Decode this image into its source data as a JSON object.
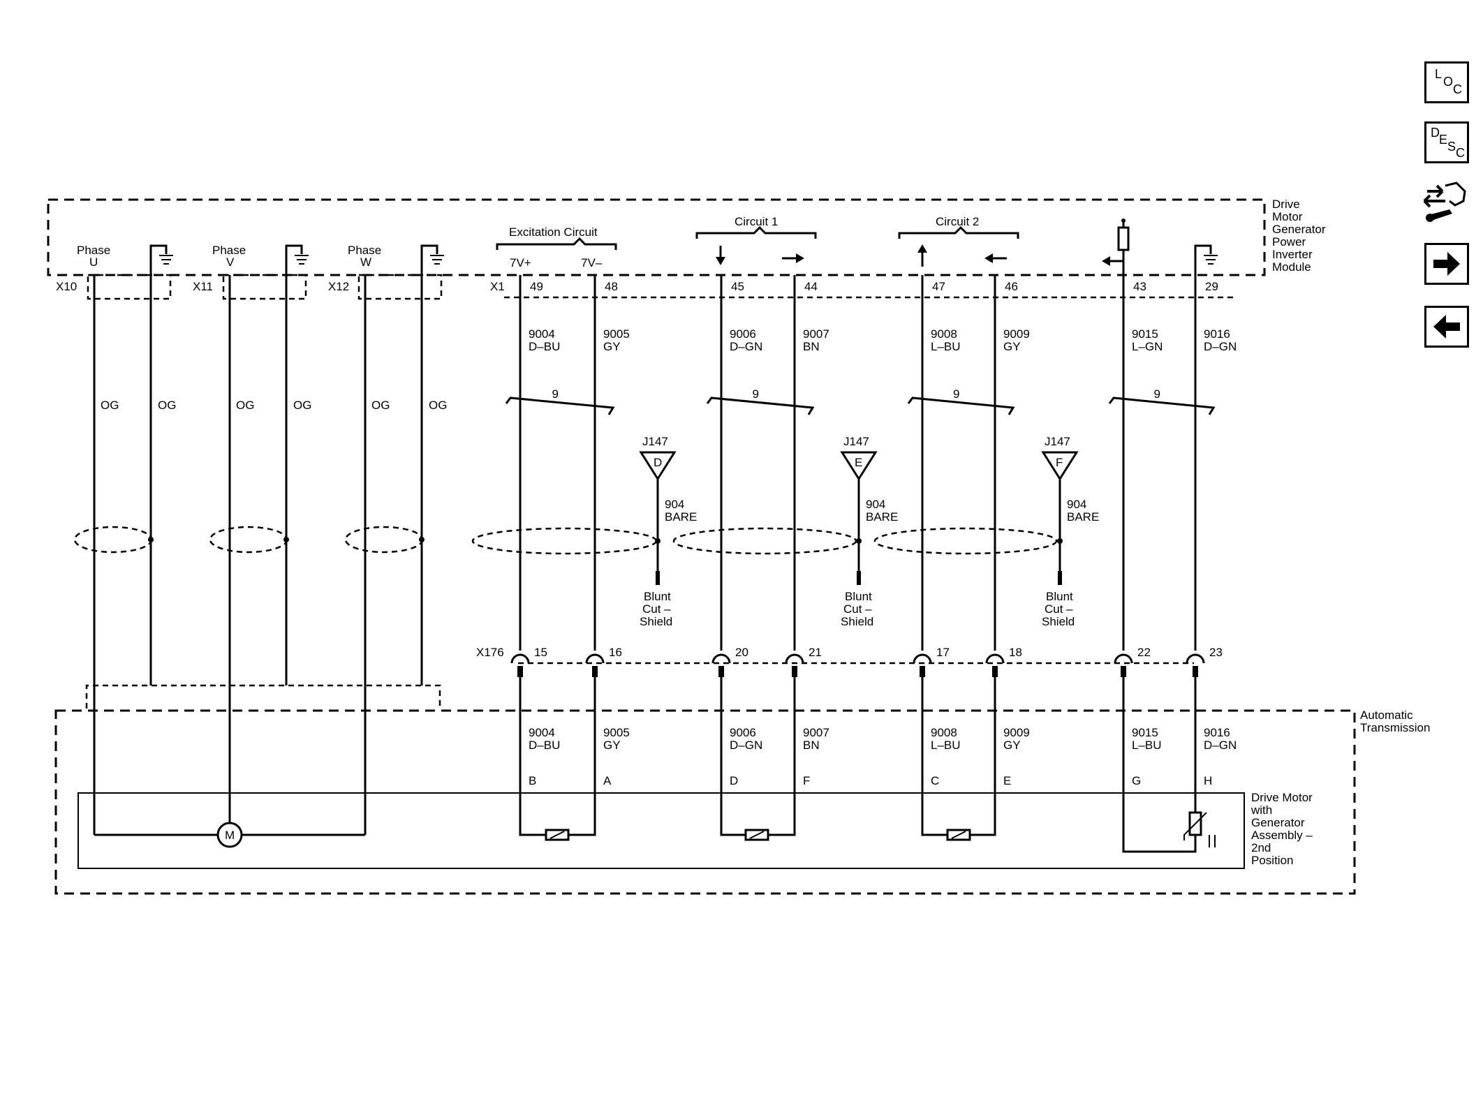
{
  "module": {
    "name_lines": [
      "Drive",
      "Motor",
      "Generator",
      "Power",
      "Inverter",
      "Module"
    ],
    "phases": [
      {
        "label": "Phase",
        "sub": "U",
        "conn": "X10",
        "wire_color": "OG",
        "gnd_color": "OG"
      },
      {
        "label": "Phase",
        "sub": "V",
        "conn": "X11",
        "wire_color": "OG",
        "gnd_color": "OG"
      },
      {
        "label": "Phase",
        "sub": "W",
        "conn": "X12",
        "wire_color": "OG",
        "gnd_color": "OG"
      }
    ],
    "x1_label": "X1",
    "groups": [
      {
        "title": "Excitation Circuit",
        "pin_labels": [
          "7V+",
          "7V–"
        ]
      },
      {
        "title": "Circuit 1",
        "pin_labels": [
          "",
          ""
        ]
      },
      {
        "title": "Circuit 2",
        "pin_labels": [
          "",
          ""
        ]
      }
    ]
  },
  "wires": [
    {
      "top_pin": "49",
      "circuit": "9004",
      "color_top": "D–BU",
      "color_bottom": "D–BU",
      "x176_pin": "15",
      "term": "B"
    },
    {
      "top_pin": "48",
      "circuit": "9005",
      "color_top": "GY",
      "color_bottom": "GY",
      "x176_pin": "16",
      "term": "A"
    },
    {
      "top_pin": "45",
      "circuit": "9006",
      "color_top": "D–GN",
      "color_bottom": "D–GN",
      "x176_pin": "20",
      "term": "D"
    },
    {
      "top_pin": "44",
      "circuit": "9007",
      "color_top": "BN",
      "color_bottom": "BN",
      "x176_pin": "21",
      "term": "F"
    },
    {
      "top_pin": "47",
      "circuit": "9008",
      "color_top": "L–BU",
      "color_bottom": "L–BU",
      "x176_pin": "17",
      "term": "C"
    },
    {
      "top_pin": "46",
      "circuit": "9009",
      "color_top": "GY",
      "color_bottom": "GY",
      "x176_pin": "18",
      "term": "E"
    },
    {
      "top_pin": "43",
      "circuit": "9015",
      "color_top": "L–GN",
      "color_bottom": "L–BU",
      "x176_pin": "22",
      "term": "G"
    },
    {
      "top_pin": "29",
      "circuit": "9016",
      "color_top": "D–GN",
      "color_bottom": "D–GN",
      "x176_pin": "23",
      "term": "H"
    }
  ],
  "twist_label": "9",
  "shields": [
    {
      "splice": "J147",
      "letter": "D",
      "circuit": "904",
      "color": "BARE",
      "end_lines": [
        "Blunt",
        "Cut –",
        "Shield"
      ]
    },
    {
      "splice": "J147",
      "letter": "E",
      "circuit": "904",
      "color": "BARE",
      "end_lines": [
        "Blunt",
        "Cut –",
        "Shield"
      ]
    },
    {
      "splice": "J147",
      "letter": "F",
      "circuit": "904",
      "color": "BARE",
      "end_lines": [
        "Blunt",
        "Cut –",
        "Shield"
      ]
    }
  ],
  "x176_label": "X176",
  "transmission": {
    "name_lines": [
      "Automatic",
      "Transmission"
    ]
  },
  "motor_assembly": {
    "name_lines": [
      "Drive Motor",
      "with",
      "Generator",
      "Assembly –",
      "2nd",
      "Position"
    ],
    "motor_symbol": "M"
  },
  "nav": {
    "loc": [
      "L",
      "O",
      "C"
    ],
    "desc": [
      "D",
      "E",
      "S",
      "C"
    ],
    "icons": [
      "connector-tool-icon",
      "arrow-right-icon",
      "arrow-left-icon"
    ]
  }
}
